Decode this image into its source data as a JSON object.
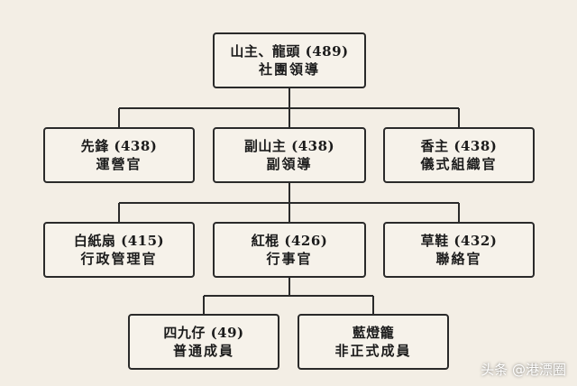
{
  "diagram": {
    "nodes": [
      {
        "id": "mountain-master",
        "line1": "山主、龍頭 (489)",
        "line2": "社團領導"
      },
      {
        "id": "vanguard",
        "line1": "先鋒 (438)",
        "line2": "運營官"
      },
      {
        "id": "deputy-mountain-master",
        "line1": "副山主 (438)",
        "line2": "副領導"
      },
      {
        "id": "incense-master",
        "line1": "香主 (438)",
        "line2": "儀式組織官"
      },
      {
        "id": "white-paper-fan",
        "line1": "白紙扇 (415)",
        "line2": "行政管理官"
      },
      {
        "id": "red-pole",
        "line1": "紅棍 (426)",
        "line2": "行事官"
      },
      {
        "id": "straw-sandal",
        "line1": "草鞋 (432)",
        "line2": "聯絡官"
      },
      {
        "id": "forty-nine",
        "line1": "四九仔 (49)",
        "line2": "普通成員"
      },
      {
        "id": "blue-lantern",
        "line1": "藍燈籠",
        "line2": "非正式成員"
      }
    ],
    "edges": [
      [
        "mountain-master",
        "vanguard"
      ],
      [
        "mountain-master",
        "deputy-mountain-master"
      ],
      [
        "mountain-master",
        "incense-master"
      ],
      [
        "deputy-mountain-master",
        "white-paper-fan"
      ],
      [
        "deputy-mountain-master",
        "red-pole"
      ],
      [
        "deputy-mountain-master",
        "straw-sandal"
      ],
      [
        "red-pole",
        "forty-nine"
      ],
      [
        "red-pole",
        "blue-lantern"
      ]
    ],
    "colors": {
      "background": "#f3eee5",
      "box_fill": "#f6f2ea",
      "line": "#2a2a2a"
    }
  },
  "watermark": "头条 @港漂圈"
}
